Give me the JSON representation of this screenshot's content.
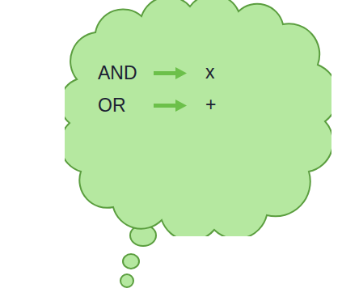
{
  "diagram": {
    "nodes": [
      {
        "text": [
          "AND",
          "x",
          "OR",
          "+"
        ]
      }
    ]
  }
}
